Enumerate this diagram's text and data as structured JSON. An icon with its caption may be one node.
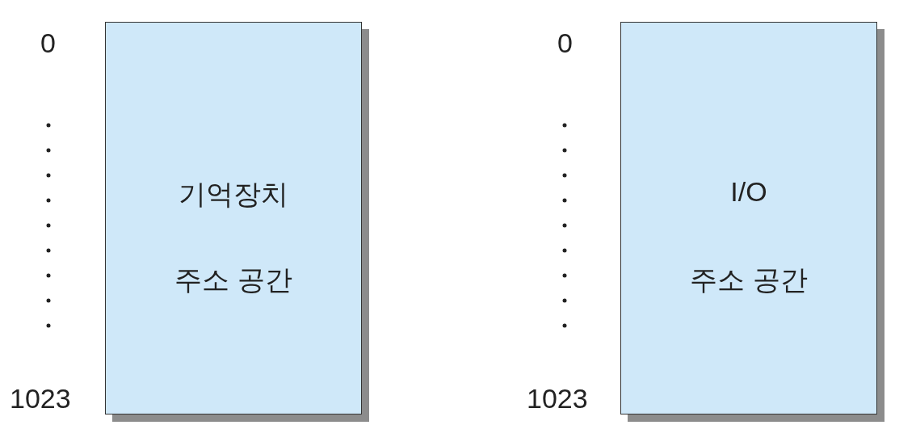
{
  "diagram": {
    "nodes": [
      {
        "text": [
          "기억장치",
          "주소 공간"
        ]
      },
      {
        "text": [
          "I/O",
          "주소 공간"
        ]
      }
    ],
    "labels": [
      "0",
      "1023",
      "0",
      "1023"
    ]
  }
}
